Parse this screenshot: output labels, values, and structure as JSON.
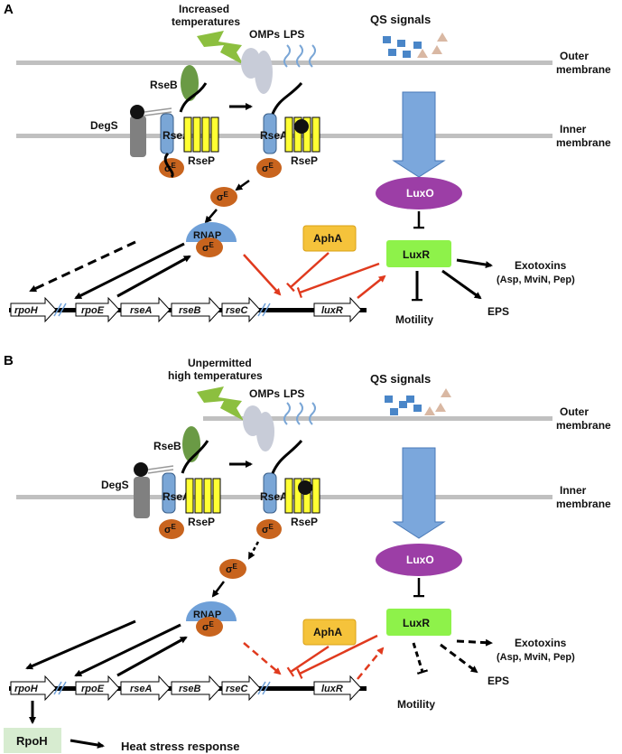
{
  "panelA": {
    "letter": "A",
    "stimulus": [
      "Increased",
      "temperatures"
    ],
    "qs_signals": "QS signals",
    "omps": "OMPs",
    "lps": "LPS",
    "outer_membrane": [
      "Outer",
      "membrane"
    ],
    "inner_membrane": [
      "Inner",
      "membrane"
    ],
    "rseb": "RseB",
    "degs": "DegS",
    "rsea": "RseA",
    "rsep": "RseP",
    "sigma": "σ",
    "sigma_sup": "E",
    "rnap": "RNAP",
    "apha": "AphA",
    "luxo": "LuxO",
    "luxr": "LuxR",
    "exotoxins": [
      "Exotoxins",
      "(Asp, MviN, Pep)"
    ],
    "eps": "EPS",
    "motility": "Motility",
    "genes": [
      "rpoH",
      "rpoE",
      "rseA",
      "rseB",
      "rseC",
      "luxR"
    ]
  },
  "panelB": {
    "letter": "B",
    "stimulus": [
      "Unpermitted",
      "high temperatures"
    ],
    "qs_signals": "QS signals",
    "omps": "OMPs",
    "lps": "LPS",
    "outer_membrane": [
      "Outer",
      "membrane"
    ],
    "inner_membrane": [
      "Inner",
      "membrane"
    ],
    "rseb": "RseB",
    "degs": "DegS",
    "rsea": "RseA",
    "rsep": "RseP",
    "sigma": "σ",
    "sigma_sup": "E",
    "rnap": "RNAP",
    "apha": "AphA",
    "luxo": "LuxO",
    "luxr": "LuxR",
    "exotoxins": [
      "Exotoxins",
      "(Asp, MviN, Pep)"
    ],
    "eps": "EPS",
    "motility": "Motility",
    "genes": [
      "rpoH",
      "rpoE",
      "rseA",
      "rseB",
      "rseC",
      "luxR"
    ],
    "rpoh_protein": "RpoH",
    "heat_stress": "Heat stress response"
  },
  "colors": {
    "membrane": "#c0c0c0",
    "degs": "#808080",
    "rseb": "#6a9a45",
    "rsea": "#7aa6d6",
    "rsep": "#ffff33",
    "sigma": "#c8641e",
    "rnap": "#6fa0d8",
    "omps": "#c8ccd8",
    "lightning": "#8cbf3f",
    "qs_blue": "#4a86c8",
    "qs_tan": "#d9b8a3",
    "big_arrow": "#7ba7dc",
    "luxo": "#9c3ea6",
    "luxr": "#8ef24a",
    "apha": "#f5c33b",
    "red": "#e03a1e",
    "rpoh_box": "#d7ecd0"
  }
}
